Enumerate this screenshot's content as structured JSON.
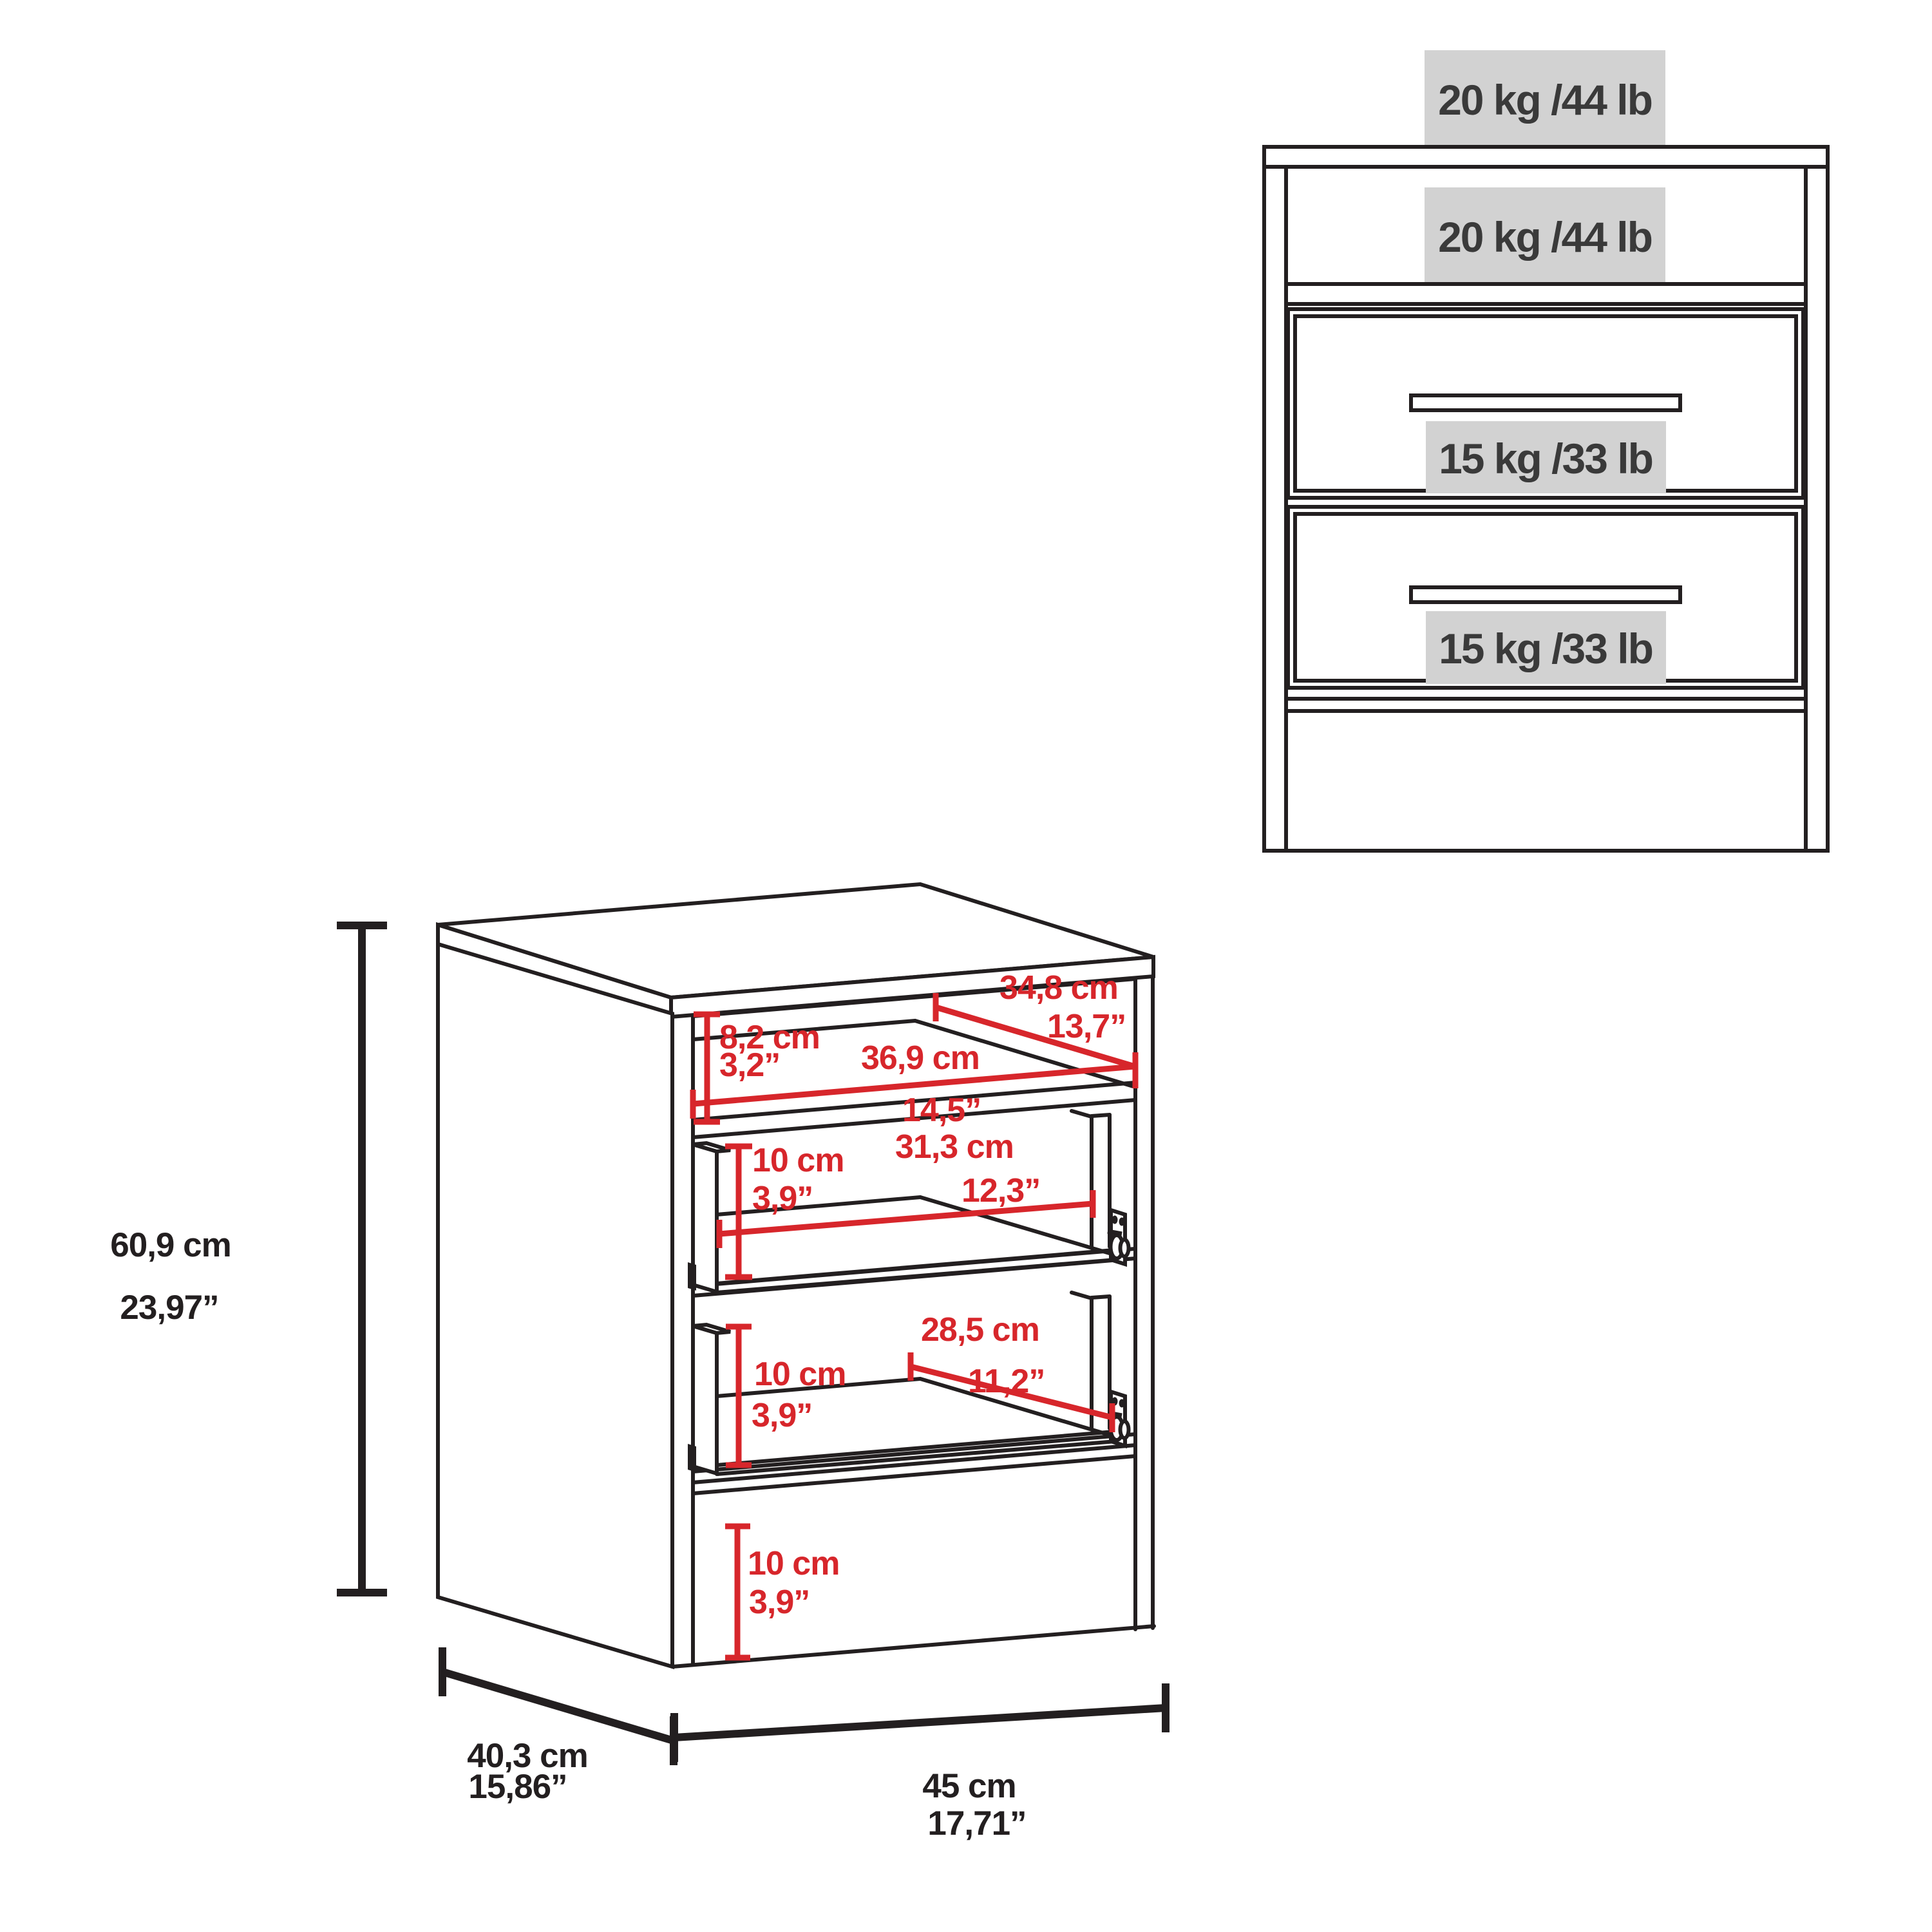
{
  "diagram": {
    "title": "nightstand dimension diagram",
    "colors": {
      "line": "#231f20",
      "accent_red": "#d7262b",
      "label_bg": "#d2d2d2",
      "label_text": "#3a3a3a"
    },
    "front_view": {
      "load_labels": [
        {
          "position": "top-surface",
          "text": "20 kg /44 lb"
        },
        {
          "position": "open-shelf",
          "text": "20 kg /44 lb"
        },
        {
          "position": "drawer-1",
          "text": "15 kg /33 lb"
        },
        {
          "position": "drawer-2",
          "text": "15 kg /33 lb"
        }
      ]
    },
    "iso_view": {
      "dims": {
        "shelf_h": {
          "cm": "8,2 cm",
          "inch": "3,2”"
        },
        "shelf_w": {
          "cm": "36,9 cm",
          "inch": "14,5”"
        },
        "shelf_d": {
          "cm": "34,8 cm",
          "inch": "13,7”"
        },
        "d1_h": {
          "cm": "10 cm",
          "inch": "3,9”"
        },
        "d1_w": {
          "cm": "31,3 cm",
          "inch": "12,3”"
        },
        "d2_h": {
          "cm": "10 cm",
          "inch": "3,9”"
        },
        "d2_d": {
          "cm": "28,5 cm",
          "inch": "11,2”"
        },
        "base_h": {
          "cm": "10 cm",
          "inch": "3,9”"
        },
        "total_h": {
          "cm": "60,9 cm",
          "inch": "23,97”"
        },
        "depth": {
          "cm": "40,3 cm",
          "inch": "15,86”"
        },
        "width": {
          "cm": "45 cm",
          "inch": "17,71”"
        }
      }
    }
  }
}
